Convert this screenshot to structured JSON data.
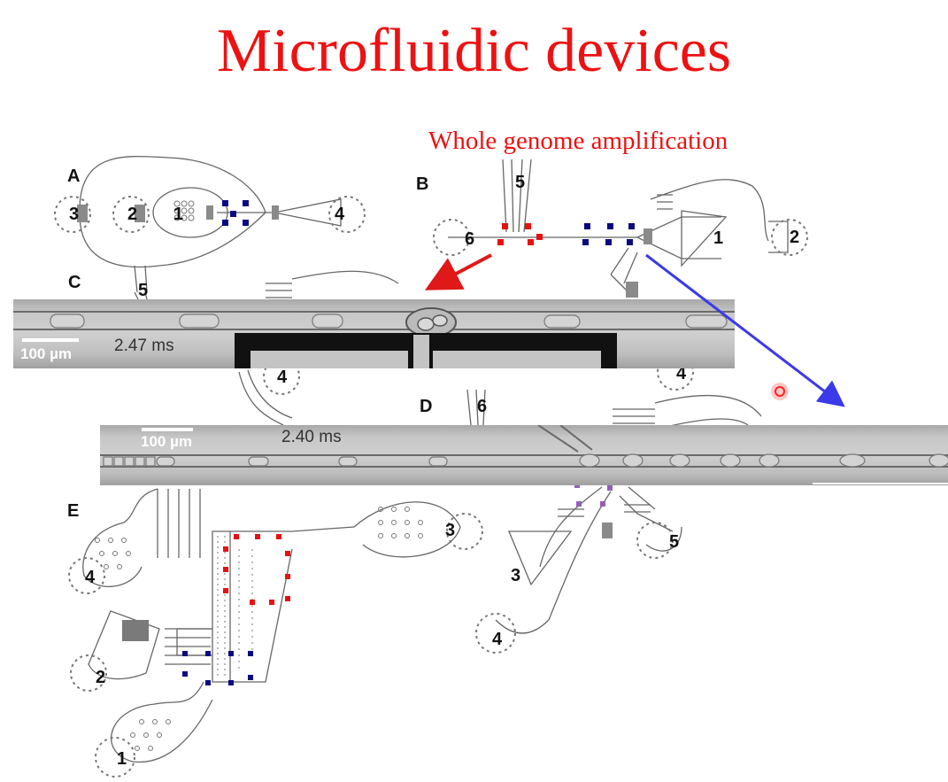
{
  "slide": {
    "title": "Microfluidic devices",
    "subtitle": "Whole genome amplification"
  },
  "panels": {
    "a": {
      "letter": "A",
      "ports": [
        "3",
        "2",
        "1",
        "4"
      ]
    },
    "b": {
      "letter": "B",
      "ports": [
        "5",
        "6",
        "1",
        "2"
      ]
    },
    "c": {
      "letter": "C",
      "ports": [
        "5",
        "4"
      ]
    },
    "d": {
      "letter": "D",
      "ports": [
        "6",
        "4",
        "3",
        "4",
        "5"
      ]
    },
    "e": {
      "letter": "E",
      "ports": [
        "4",
        "3",
        "2",
        "1"
      ]
    }
  },
  "micrographs": {
    "top": {
      "scale_label": "100 µm",
      "time_label": "2.47 ms"
    },
    "bottom": {
      "scale_label": "100 µm",
      "time_label": "2.40 ms"
    }
  },
  "colors": {
    "title": "#ee1111",
    "arrow_red": "#e01818",
    "arrow_blue": "#3a3ae8",
    "valve_red": "#e81010",
    "valve_blue": "#0a0a80",
    "valve_purple": "#9060b8",
    "pointer": "#ff2020"
  },
  "icons": {
    "arrow_red": "arrow-right-down-icon",
    "arrow_blue": "arrow-right-down-icon",
    "pointer": "laser-pointer-icon"
  }
}
